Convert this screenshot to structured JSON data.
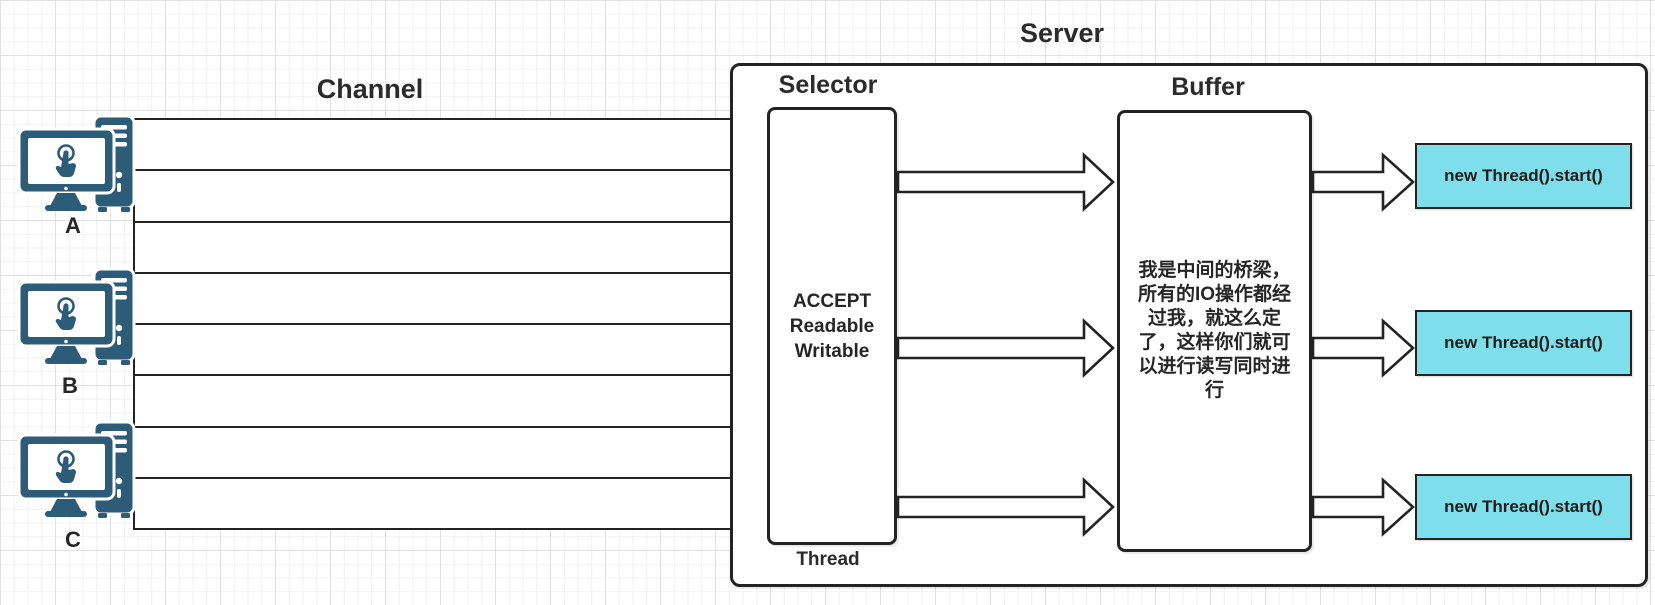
{
  "diagram": {
    "titles": {
      "server": "Server",
      "channel": "Channel",
      "selector": "Selector",
      "buffer": "Buffer",
      "thread_label": "Thread"
    },
    "clients": [
      {
        "label": "A"
      },
      {
        "label": "B"
      },
      {
        "label": "C"
      }
    ],
    "channel": {
      "row_count": 8
    },
    "selector": {
      "lines": [
        "ACCEPT",
        "Readable",
        "Writable"
      ]
    },
    "buffer": {
      "lines": [
        "我是中间的桥梁，",
        "所有的IO操作都经",
        "过我，就这么定",
        "了，这样你们就可",
        "以进行读写同时进",
        "行"
      ]
    },
    "thread_boxes": [
      {
        "label": "new Thread().start()"
      },
      {
        "label": "new Thread().start()"
      },
      {
        "label": "new Thread().start()"
      }
    ],
    "icons": {
      "client": "client-computer-touch-icon",
      "arrow": "block-arrow-right-icon"
    },
    "colors": {
      "accent_cyan": "#7EDEE9",
      "icon_teal": "#2D5C78",
      "line_dark": "#232323",
      "grid_minor": "#F0F0F0",
      "grid_major": "#E1E1E1"
    }
  }
}
